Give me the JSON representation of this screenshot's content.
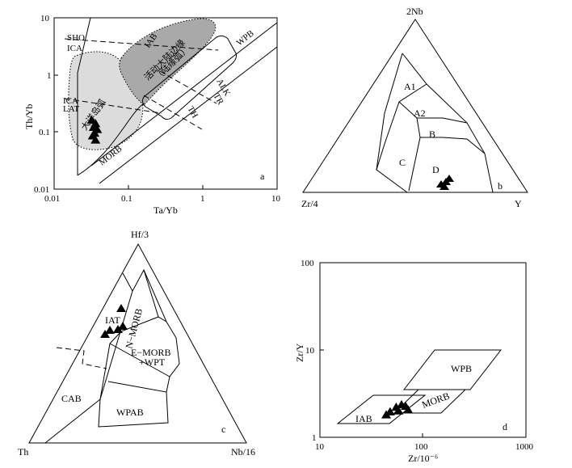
{
  "colors": {
    "light_field": "#dcdcdc",
    "dark_field": "#a9a9a9",
    "line": "#000000"
  },
  "panel_a": {
    "tag": "a",
    "xlabel": "Ta/Yb",
    "ylabel": "Th/Yb",
    "xticks": [
      "0.01",
      "0.1",
      "1",
      "10"
    ],
    "yticks": [
      "10",
      "1",
      "0.1",
      "0.01"
    ],
    "labels": {
      "sho": "SHO",
      "ica_top": "ICA",
      "ica_mid": "ICA",
      "lat": "LAT",
      "iab": "IAB",
      "active_margin": "活动大陆边缘",
      "active_margin_sub": "（陆缘弧）",
      "ocean_arc": "大洋岛弧",
      "wpb": "WPB",
      "alk": "ALK",
      "tr": "TR",
      "th": "TH",
      "morb": "MORB"
    },
    "points": [
      [
        0.032,
        0.16
      ],
      [
        0.036,
        0.14
      ],
      [
        0.034,
        0.12
      ],
      [
        0.038,
        0.11
      ],
      [
        0.035,
        0.095
      ],
      [
        0.033,
        0.085
      ],
      [
        0.036,
        0.072
      ]
    ]
  },
  "panel_b": {
    "tag": "b",
    "apex_top": "2Nb",
    "apex_left": "Zr/4",
    "apex_right": "Y",
    "fields": [
      "A1",
      "A2",
      "B",
      "C",
      "D"
    ]
  },
  "panel_c": {
    "tag": "c",
    "apex_top": "Hf/3",
    "apex_left": "Th",
    "apex_right": "Nb/16",
    "fields": {
      "iat": "IAT",
      "nmorb": "N−MORB",
      "emorb": "E−MORB",
      "wpt": "+WPT",
      "cab": "CAB",
      "wpab": "WPAB"
    }
  },
  "panel_d": {
    "tag": "d",
    "xlabel": "Zr/10⁻⁶",
    "ylabel": "Zr/Y",
    "xticks": [
      "10",
      "100",
      "1000"
    ],
    "yticks": [
      "100",
      "10",
      "1"
    ],
    "fields": {
      "wpb": "WPB",
      "morb": "MORB",
      "iab": "IAB"
    },
    "points": [
      [
        44,
        1.8
      ],
      [
        48,
        1.95
      ],
      [
        55,
        2.2
      ],
      [
        62,
        2.35
      ],
      [
        68,
        2.25
      ],
      [
        72,
        2.05
      ],
      [
        58,
        2.0
      ]
    ]
  }
}
